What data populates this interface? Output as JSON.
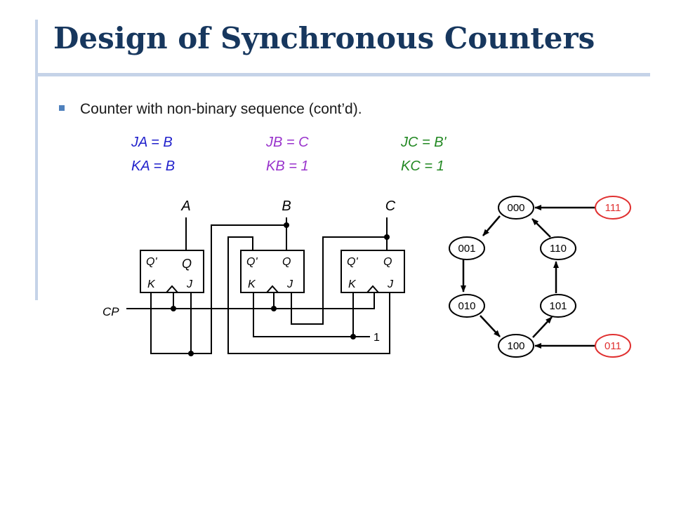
{
  "slide": {
    "title": "Design of Synchronous Counters",
    "bullet": "Counter with non-binary sequence (cont’d)."
  },
  "colors": {
    "title": "#17375e",
    "accent": "#c5d3e8",
    "bullet_marker": "#4f81bd",
    "eq_a": "#2222cc",
    "eq_b": "#9933cc",
    "eq_c": "#228822",
    "state_unused": "#e03030"
  },
  "equations": [
    {
      "id": "ja",
      "text": "JA = B",
      "color": "#2222cc"
    },
    {
      "id": "ka",
      "text": "KA = B",
      "color": "#2222cc"
    },
    {
      "id": "jb",
      "text": "JB = C",
      "color": "#9933cc"
    },
    {
      "id": "kb",
      "text": "KB = 1",
      "color": "#9933cc"
    },
    {
      "id": "jc",
      "text": "JC = B'",
      "color": "#228822"
    },
    {
      "id": "kc",
      "text": "KC = 1",
      "color": "#228822"
    }
  ],
  "circuit": {
    "outputs": [
      "A",
      "B",
      "C"
    ],
    "flipflop_pins": {
      "q_bar": "Q'",
      "q": "Q",
      "k": "K",
      "j": "J"
    },
    "clock_label": "CP",
    "constant_label": "1"
  },
  "state_diagram": {
    "states": [
      {
        "id": "s000",
        "label": "000",
        "type": "used"
      },
      {
        "id": "s001",
        "label": "001",
        "type": "used"
      },
      {
        "id": "s010",
        "label": "010",
        "type": "used"
      },
      {
        "id": "s100",
        "label": "100",
        "type": "used"
      },
      {
        "id": "s101",
        "label": "101",
        "type": "used"
      },
      {
        "id": "s110",
        "label": "110",
        "type": "used"
      },
      {
        "id": "s111",
        "label": "111",
        "type": "unused"
      },
      {
        "id": "s011",
        "label": "011",
        "type": "unused"
      }
    ],
    "transitions": [
      [
        "000",
        "001"
      ],
      [
        "001",
        "010"
      ],
      [
        "010",
        "100"
      ],
      [
        "100",
        "101"
      ],
      [
        "101",
        "110"
      ],
      [
        "110",
        "000"
      ],
      [
        "111",
        "000"
      ],
      [
        "011",
        "100"
      ]
    ]
  }
}
